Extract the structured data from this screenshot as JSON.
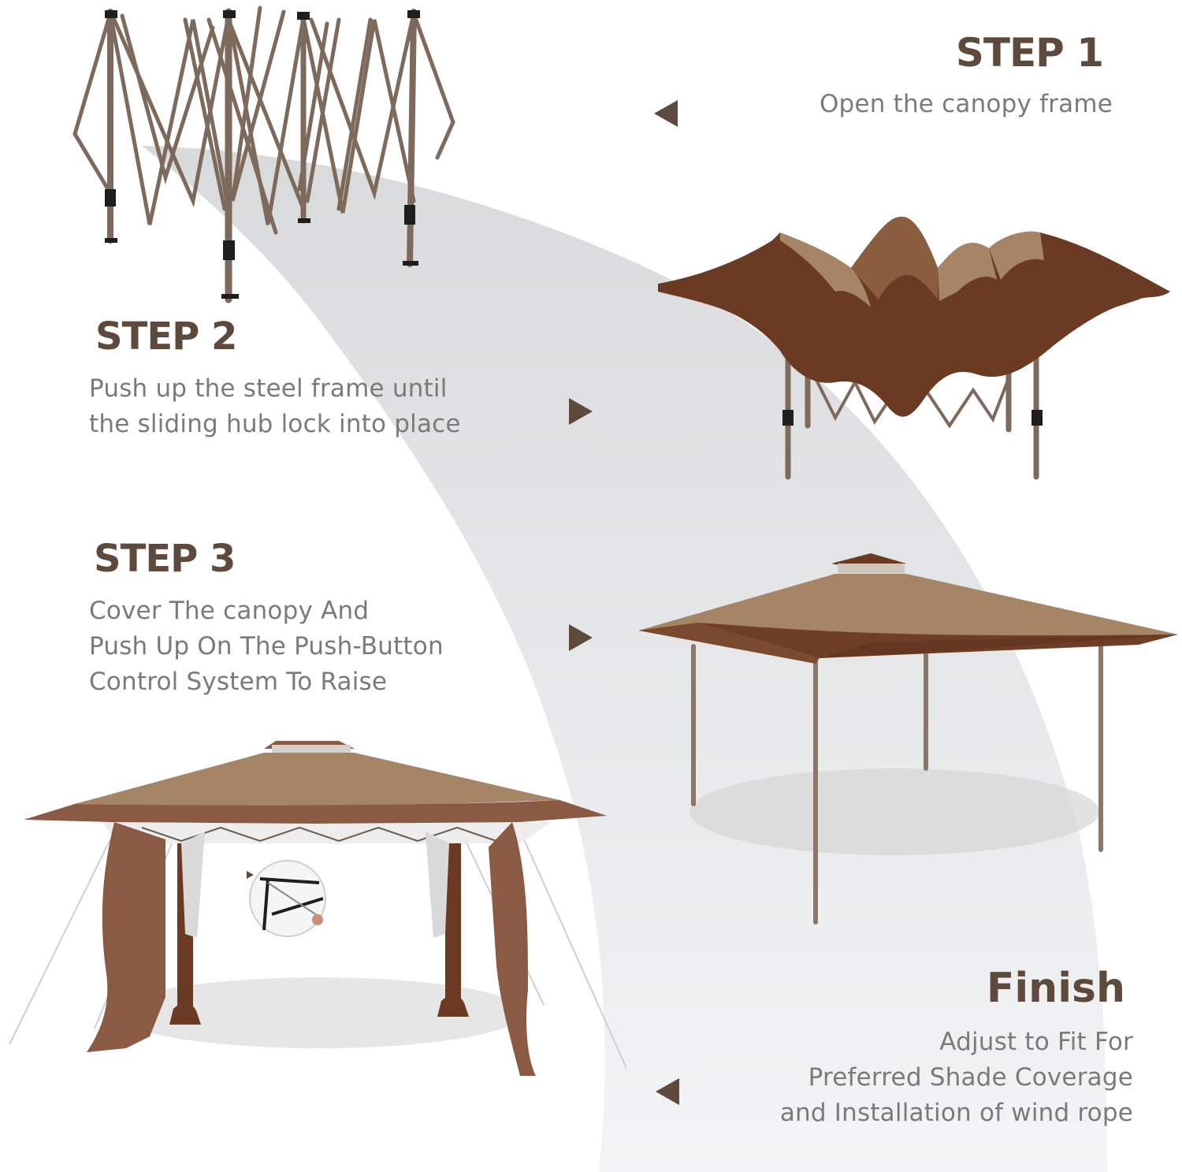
{
  "steps": [
    {
      "id": "step1",
      "title": "STEP 1",
      "description_lines": [
        "Open the canopy frame"
      ],
      "arrow_direction": "left",
      "illustration": "folded-steel-frame"
    },
    {
      "id": "step2",
      "title": "STEP 2",
      "description_lines": [
        "Push up the steel frame until",
        "the sliding hub lock into place"
      ],
      "arrow_direction": "right",
      "illustration": "half-raised-canopy"
    },
    {
      "id": "step3",
      "title": "STEP 3",
      "description_lines": [
        "Cover The canopy And",
        "Push Up On The Push-Button",
        "Control System To Raise"
      ],
      "arrow_direction": "right",
      "illustration": "raised-gazebo"
    },
    {
      "id": "finish",
      "title": "Finish",
      "description_lines": [
        "Adjust to Fit For",
        "Preferred Shade Coverage",
        "and Installation of wind rope"
      ],
      "arrow_direction": "left",
      "illustration": "gazebo-with-side-curtains"
    }
  ],
  "inset": {
    "label": "push-button-closeup",
    "pointer": "small-right-triangle"
  },
  "colors": {
    "title_brown": "#5e4a3c",
    "description_gray": "#7a7a7a",
    "arrow_brown": "#5e4a3c",
    "swoosh_gray": "#e6e7e8",
    "canopy_dark": "#6b3a22",
    "canopy_tan": "#a68466",
    "frame_brown": "#7d6a5c"
  }
}
